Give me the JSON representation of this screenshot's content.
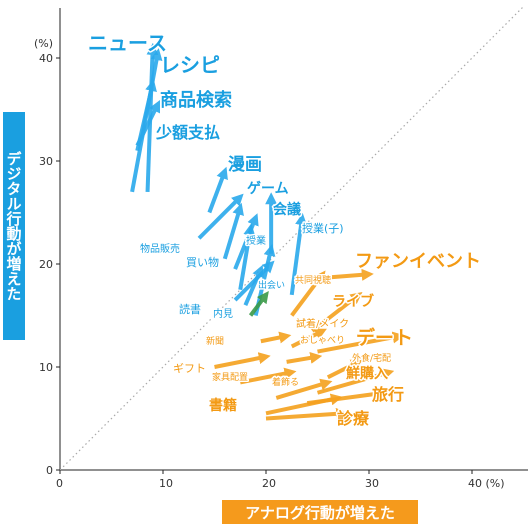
{
  "chart_data": {
    "type": "scatter",
    "xlabel": "アナログ行動が増えた",
    "ylabel": "デジタル行動が増えた",
    "xlim": [
      0,
      45
    ],
    "ylim": [
      0,
      45
    ],
    "x_ticks": [
      "0",
      "10",
      "20",
      "30",
      "40 (%)"
    ],
    "y_ticks": [
      "0",
      "10",
      "20",
      "30",
      "40"
    ],
    "y_unit": "(%)",
    "diagonal_reference": true,
    "colors": {
      "digital": "#2aa9ec",
      "analog": "#f5a11e",
      "mixed": "#3a9a48"
    },
    "digital_arrows": [
      {
        "label": "ニュース",
        "from": [
          7.0,
          27.0
        ],
        "to": [
          9.5,
          40.5
        ],
        "label_size": 20
      },
      {
        "label": "レシピ",
        "from": [
          8.5,
          27.0
        ],
        "to": [
          9.0,
          41.0
        ],
        "label_size": 20
      },
      {
        "label": "商品検索",
        "from": [
          7.5,
          31.0
        ],
        "to": [
          9.0,
          37.5
        ],
        "label_size": 18
      },
      {
        "label": "少額支払",
        "from": [
          7.5,
          31.5
        ],
        "to": [
          9.5,
          35.5
        ],
        "label_size": 16
      },
      {
        "label": "漫画",
        "from": [
          14.5,
          25.0
        ],
        "to": [
          16.0,
          29.0
        ],
        "label_size": 17
      },
      {
        "label": "ゲーム",
        "from": [
          13.5,
          22.5
        ],
        "to": [
          17.5,
          26.5
        ],
        "label_size": 14
      },
      {
        "label": "会議",
        "from": [
          20.5,
          21.0
        ],
        "to": [
          20.5,
          26.5
        ],
        "label_size": 14
      },
      {
        "label": "授業(子)",
        "from": [
          22.5,
          17.0
        ],
        "to": [
          23.5,
          24.5
        ],
        "label_size": 11
      },
      {
        "label": "物品販売",
        "from": [
          16.0,
          20.5
        ],
        "to": [
          17.5,
          25.5
        ],
        "label_size": 10
      },
      {
        "label": "買い物",
        "from": [
          17.0,
          19.5
        ],
        "to": [
          19.0,
          24.5
        ],
        "label_size": 11
      },
      {
        "label": "授業",
        "from": [
          17.5,
          17.5
        ],
        "to": [
          18.5,
          23.5
        ],
        "label_size": 10
      },
      {
        "label": "出会い",
        "from": [
          19.0,
          15.0
        ],
        "to": [
          20.5,
          21.5
        ],
        "label_size": 9
      },
      {
        "label": "読書",
        "from": [
          17.0,
          16.5
        ],
        "to": [
          20.5,
          20.0
        ],
        "label_size": 11
      },
      {
        "label": "内見",
        "from": [
          18.0,
          16.0
        ],
        "to": [
          19.5,
          19.5
        ],
        "label_size": 10
      }
    ],
    "analog_arrows": [
      {
        "label": "ファンイベント",
        "from": [
          23.5,
          18.5
        ],
        "to": [
          30.0,
          19.0
        ],
        "label_size": 18
      },
      {
        "label": "共同視聴",
        "from": [
          22.5,
          15.0
        ],
        "to": [
          25.5,
          19.0
        ],
        "label_size": 9
      },
      {
        "label": "ライブ",
        "from": [
          24.5,
          13.5
        ],
        "to": [
          29.0,
          17.0
        ],
        "label_size": 14
      },
      {
        "label": "試着/メイク",
        "from": [
          22.5,
          12.0
        ],
        "to": [
          25.5,
          13.5
        ],
        "label_size": 10
      },
      {
        "label": "デート",
        "from": [
          25.0,
          11.5
        ],
        "to": [
          33.0,
          13.0
        ],
        "label_size": 19
      },
      {
        "label": "おしゃべり",
        "from": [
          22.0,
          10.5
        ],
        "to": [
          25.0,
          11.0
        ],
        "label_size": 9
      },
      {
        "label": "新聞",
        "from": [
          19.5,
          12.5
        ],
        "to": [
          22.0,
          13.0
        ],
        "label_size": 9
      },
      {
        "label": "外食/宅配",
        "from": [
          26.0,
          9.0
        ],
        "to": [
          29.0,
          10.5
        ],
        "label_size": 9
      },
      {
        "label": "ギフト",
        "from": [
          15.0,
          10.0
        ],
        "to": [
          20.0,
          11.0
        ],
        "label_size": 11
      },
      {
        "label": "家具配置",
        "from": [
          17.5,
          8.5
        ],
        "to": [
          22.5,
          9.5
        ],
        "label_size": 9
      },
      {
        "label": "鮮購入",
        "from": [
          25.0,
          7.5
        ],
        "to": [
          32.0,
          9.5
        ],
        "label_size": 14
      },
      {
        "label": "着飾る",
        "from": [
          21.0,
          7.0
        ],
        "to": [
          26.0,
          8.5
        ],
        "label_size": 9
      },
      {
        "label": "旅行",
        "from": [
          24.0,
          6.5
        ],
        "to": [
          31.5,
          7.5
        ],
        "label_size": 16
      },
      {
        "label": "書籍",
        "from": [
          20.0,
          5.5
        ],
        "to": [
          27.0,
          7.0
        ],
        "label_size": 14
      },
      {
        "label": "診療",
        "from": [
          20.0,
          5.0
        ],
        "to": [
          27.5,
          5.5
        ],
        "label_size": 16
      }
    ],
    "mixed_arrows": [
      {
        "label": "",
        "from": [
          18.5,
          15.0
        ],
        "to": [
          20.0,
          17.0
        ]
      }
    ]
  }
}
